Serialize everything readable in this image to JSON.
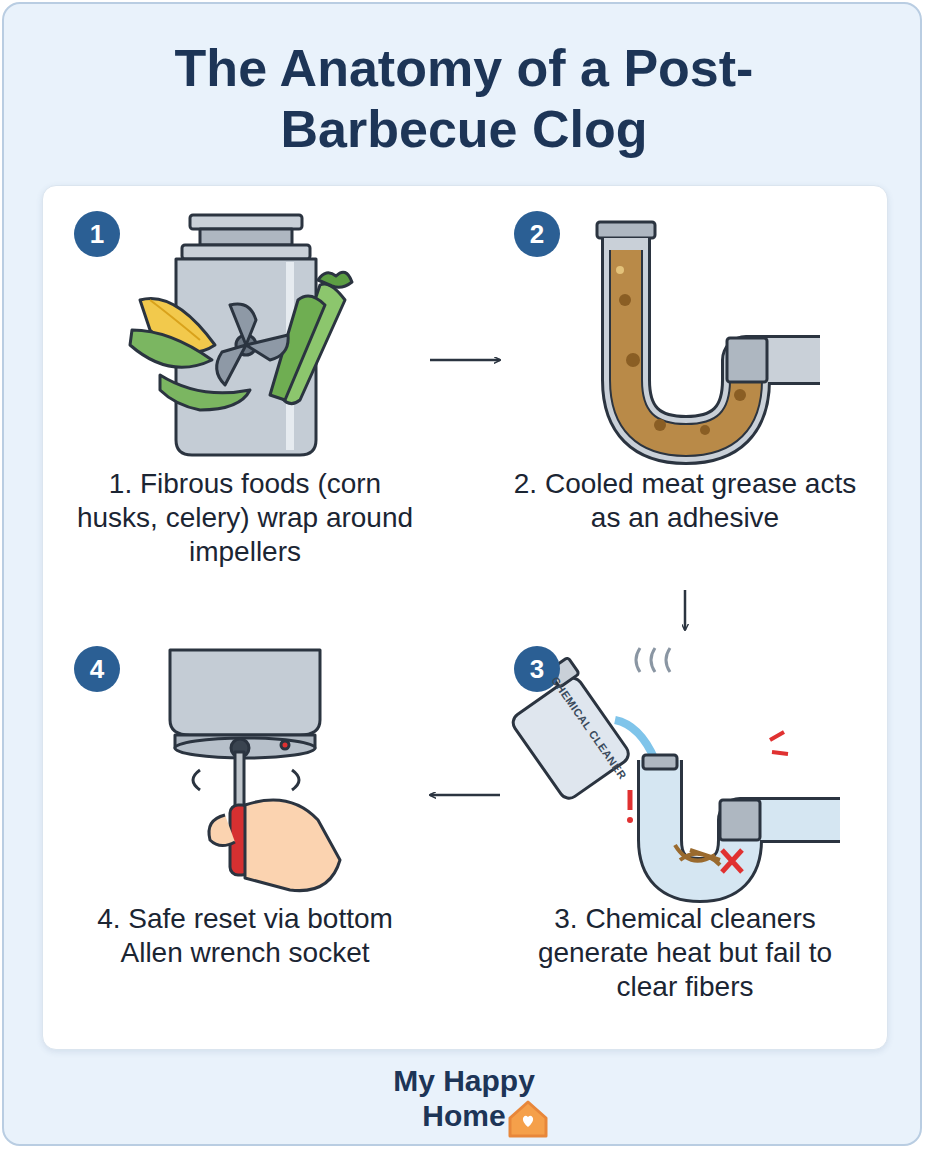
{
  "diagram": {
    "title": "The Anatomy of a Post-Barbecue Clog",
    "caption": "My Happy Home",
    "nodes": [
      {
        "text": [
          "1. Fibrous foods (corn husks, celery) wrap around impellers"
        ]
      },
      {
        "text": [
          "1"
        ],
        "in": 0
      },
      {
        "text": [
          "2. Cooled meat grease acts as an adhesive"
        ]
      },
      {
        "text": [
          "2"
        ],
        "in": 2
      },
      {
        "text": [
          "3. Chemical cleaners generate heat but fail to clear fibers"
        ]
      },
      {
        "text": [
          "3"
        ],
        "in": 4
      },
      {
        "text": [
          "4. Safe reset via bottom Allen wrench socket"
        ]
      },
      {
        "text": [
          "4"
        ],
        "in": 6
      }
    ],
    "edges": [
      {
        "from": 0,
        "to": 2,
        "arrow": "to"
      },
      {
        "from": 2,
        "to": 4,
        "arrow": "to"
      },
      {
        "from": 4,
        "to": 6,
        "arrow": "to"
      }
    ],
    "labels": [
      "CHEMICAL CLEANER"
    ]
  }
}
